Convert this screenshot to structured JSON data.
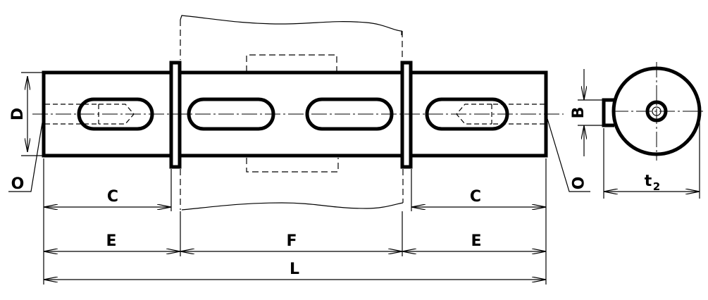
{
  "labels": {
    "D": "D",
    "B": "B",
    "O_left": "O",
    "O_right": "O",
    "C_left": "C",
    "C_right": "C",
    "E_left": "E",
    "E_right": "E",
    "F": "F",
    "L": "L",
    "t": "t",
    "t_sub": "2"
  },
  "colors": {
    "line": "#000000",
    "background": "#ffffff"
  }
}
